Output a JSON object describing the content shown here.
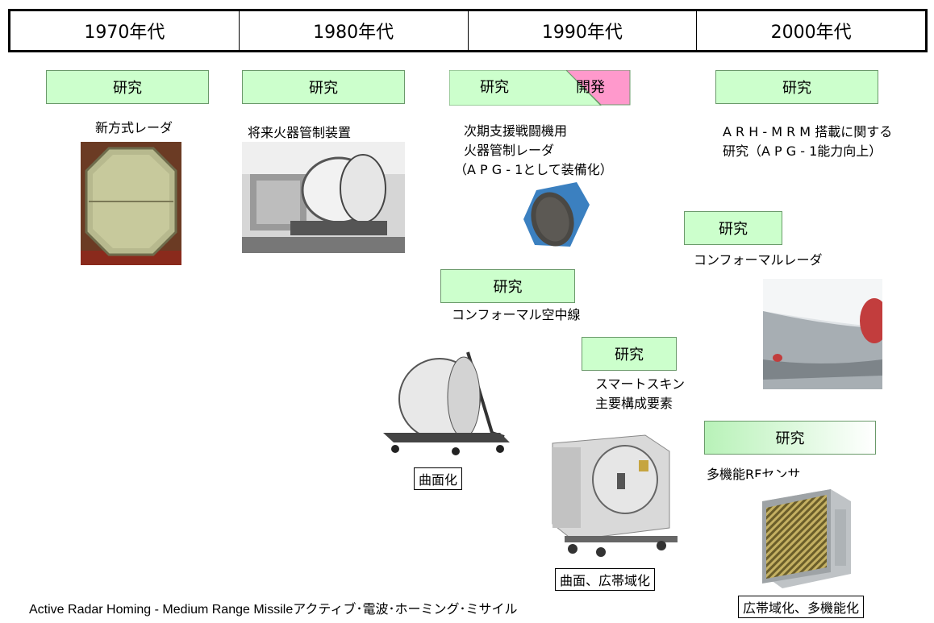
{
  "eras": [
    "1970年代",
    "1980年代",
    "1990年代",
    "2000年代"
  ],
  "stage_labels": {
    "research": "研究",
    "development": "開発"
  },
  "items": {
    "radar_1970": "新方式レーダ",
    "fcs_1980": "将来火器管制装置",
    "apg1_line1": "次期支援戦闘機用",
    "apg1_line2": "火器管制レーダ",
    "apg1_line3": "（A P G - 1として装備化）",
    "arh_line1": "A R H - M R M  搭載に関する",
    "arh_line2": "研究（A P G - 1能力向上）",
    "conformal_radar": "コンフォーマルレーダ",
    "conformal_antenna": "コンフォーマル空中線",
    "smartskin_line1": "スマートスキン",
    "smartskin_line2": "主要構成要素",
    "multi_rf": "多機能RFセンサ"
  },
  "tags": {
    "curved": "曲面化",
    "curved_wideband": "曲面、広帯域化",
    "wideband_multi": "広帯域化、多機能化"
  },
  "footer": "Active Radar Homing - Medium Range Missileアクティブ･電波･ホーミング･ミサイル",
  "colors": {
    "research_bg": "#ccffcc",
    "development_bg": "#ff99cc",
    "frame": "#000000"
  }
}
